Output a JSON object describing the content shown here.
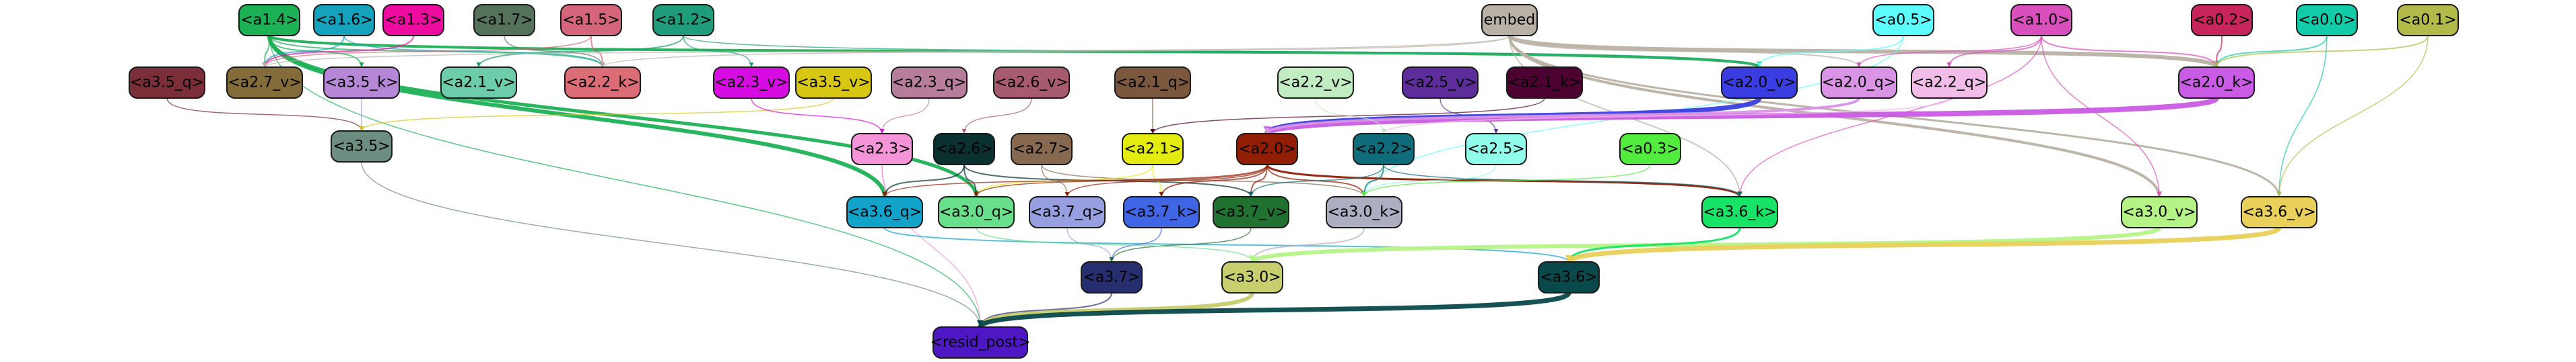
{
  "nodes": [
    {
      "id": "a1.4",
      "label": "<a1.4>",
      "fill": "#1db156",
      "text": "#000000"
    },
    {
      "id": "a1.6",
      "label": "<a1.6>",
      "fill": "#14a2bc",
      "text": "#000000"
    },
    {
      "id": "a1.3",
      "label": "<a1.3>",
      "fill": "#ee0ba0",
      "text": "#000000"
    },
    {
      "id": "a1.7",
      "label": "<a1.7>",
      "fill": "#54725a",
      "text": "#000000"
    },
    {
      "id": "a1.5",
      "label": "<a1.5>",
      "fill": "#d5657a",
      "text": "#000000"
    },
    {
      "id": "a1.2",
      "label": "<a1.2>",
      "fill": "#1f9d7b",
      "text": "#000000"
    },
    {
      "id": "embed",
      "label": "embed",
      "fill": "#b9b1a5",
      "text": "#000000"
    },
    {
      "id": "a0.5",
      "label": "<a0.5>",
      "fill": "#5efdfd",
      "text": "#000000"
    },
    {
      "id": "a1.0",
      "label": "<a1.0>",
      "fill": "#d94fbb",
      "text": "#000000"
    },
    {
      "id": "a0.2",
      "label": "<a0.2>",
      "fill": "#c8255c",
      "text": "#000000"
    },
    {
      "id": "a0.0",
      "label": "<a0.0>",
      "fill": "#12cba8",
      "text": "#000000"
    },
    {
      "id": "a0.1",
      "label": "<a0.1>",
      "fill": "#b2bb49",
      "text": "#000000"
    },
    {
      "id": "a3.5_q",
      "label": "<a3.5_q>",
      "fill": "#7b2d38",
      "text": "#000000"
    },
    {
      "id": "a2.7_v",
      "label": "<a2.7_v>",
      "fill": "#846b3a",
      "text": "#000000"
    },
    {
      "id": "a3.5_k",
      "label": "<a3.5_k>",
      "fill": "#b687d7",
      "text": "#000000"
    },
    {
      "id": "a2.1_v",
      "label": "<a2.1_v>",
      "fill": "#6dcca9",
      "text": "#000000"
    },
    {
      "id": "a2.2_k",
      "label": "<a2.2_k>",
      "fill": "#dc6d76",
      "text": "#000000"
    },
    {
      "id": "a2.3_v",
      "label": "<a2.3_v>",
      "fill": "#d60ce2",
      "text": "#000000"
    },
    {
      "id": "a3.5_v",
      "label": "<a3.5_v>",
      "fill": "#d7c712",
      "text": "#000000"
    },
    {
      "id": "a2.3_q",
      "label": "<a2.3_q>",
      "fill": "#b77e9a",
      "text": "#000000"
    },
    {
      "id": "a2.6_v",
      "label": "<a2.6_v>",
      "fill": "#a85b6e",
      "text": "#000000"
    },
    {
      "id": "a2.1_q",
      "label": "<a2.1_q>",
      "fill": "#7b573e",
      "text": "#000000"
    },
    {
      "id": "a2.2_v",
      "label": "<a2.2_v>",
      "fill": "#c2edc2",
      "text": "#000000"
    },
    {
      "id": "a2.5_v",
      "label": "<a2.5_v>",
      "fill": "#5d2d9b",
      "text": "#000000"
    },
    {
      "id": "a2.1_k",
      "label": "<a2.1_k>",
      "fill": "#4d0332",
      "text": "#000000"
    },
    {
      "id": "a2.0_v",
      "label": "<a2.0_v>",
      "fill": "#3a3ee2",
      "text": "#000000"
    },
    {
      "id": "a2.0_q",
      "label": "<a2.0_q>",
      "fill": "#d994e6",
      "text": "#000000"
    },
    {
      "id": "a2.2_q",
      "label": "<a2.2_q>",
      "fill": "#f2bce8",
      "text": "#000000"
    },
    {
      "id": "a2.0_k",
      "label": "<a2.0_k>",
      "fill": "#c95be4",
      "text": "#000000"
    },
    {
      "id": "a3.5",
      "label": "<a3.5>",
      "fill": "#6c8d7f",
      "text": "#000000"
    },
    {
      "id": "a2.3",
      "label": "<a2.3>",
      "fill": "#f594d8",
      "text": "#000000"
    },
    {
      "id": "a2.6",
      "label": "<a2.6>",
      "fill": "#0b3030",
      "text": "#000000"
    },
    {
      "id": "a2.7",
      "label": "<a2.7>",
      "fill": "#86694e",
      "text": "#000000"
    },
    {
      "id": "a2.1",
      "label": "<a2.1>",
      "fill": "#e3eb0f",
      "text": "#000000"
    },
    {
      "id": "a2.0",
      "label": "<a2.0>",
      "fill": "#921f05",
      "text": "#000000"
    },
    {
      "id": "a2.2",
      "label": "<a2.2>",
      "fill": "#0f6d7b",
      "text": "#000000"
    },
    {
      "id": "a2.5",
      "label": "<a2.5>",
      "fill": "#8ffde9",
      "text": "#000000"
    },
    {
      "id": "a0.3",
      "label": "<a0.3>",
      "fill": "#52ec3f",
      "text": "#000000"
    },
    {
      "id": "a3.6_q",
      "label": "<a3.6_q>",
      "fill": "#12a3cb",
      "text": "#000000"
    },
    {
      "id": "a3.0_q",
      "label": "<a3.0_q>",
      "fill": "#68df8a",
      "text": "#000000"
    },
    {
      "id": "a3.7_q",
      "label": "<a3.7_q>",
      "fill": "#979fe0",
      "text": "#000000"
    },
    {
      "id": "a3.7_k",
      "label": "<a3.7_k>",
      "fill": "#4065e5",
      "text": "#000000"
    },
    {
      "id": "a3.7_v",
      "label": "<a3.7_v>",
      "fill": "#217130",
      "text": "#000000"
    },
    {
      "id": "a3.0_k",
      "label": "<a3.0_k>",
      "fill": "#acafc1",
      "text": "#000000"
    },
    {
      "id": "a3.6_k",
      "label": "<a3.6_k>",
      "fill": "#17e467",
      "text": "#000000"
    },
    {
      "id": "a3.0_v",
      "label": "<a3.0_v>",
      "fill": "#b5f386",
      "text": "#000000"
    },
    {
      "id": "a3.6_v",
      "label": "<a3.6_v>",
      "fill": "#e9d05a",
      "text": "#000000"
    },
    {
      "id": "a3.7",
      "label": "<a3.7>",
      "fill": "#272e6f",
      "text": "#000000"
    },
    {
      "id": "a3.0",
      "label": "<a3.0>",
      "fill": "#c6ce6d",
      "text": "#000000"
    },
    {
      "id": "a3.6",
      "label": "<a3.6>",
      "fill": "#0a494b",
      "text": "#000000"
    },
    {
      "id": "resid_post",
      "label": "<resid_post>",
      "fill": "#4d17c3",
      "text": "#000000"
    }
  ],
  "edges": [
    {
      "from": "a1.4",
      "to": "a3.6_q",
      "color": "#1db156",
      "weight": 6
    },
    {
      "from": "a1.4",
      "to": "a3.0_q",
      "color": "#1db156",
      "weight": 5
    },
    {
      "from": "a1.4",
      "to": "resid_post",
      "color": "#1db156",
      "weight": 1.5
    },
    {
      "from": "a1.4",
      "to": "a2.0_v",
      "color": "#1db156",
      "weight": 4
    },
    {
      "from": "a1.4",
      "to": "a2.7_v",
      "color": "#1db156",
      "weight": 2
    },
    {
      "from": "a1.4",
      "to": "a3.5_k",
      "color": "#1db156",
      "weight": 2
    },
    {
      "from": "a1.4",
      "to": "a2.2_k",
      "color": "#1db156",
      "weight": 2
    },
    {
      "from": "a1.6",
      "to": "a2.7_v",
      "color": "#14a2bc",
      "weight": 2
    },
    {
      "from": "a1.6",
      "to": "a2.2_k",
      "color": "#14a2bc",
      "weight": 1.5
    },
    {
      "from": "a1.3",
      "to": "a2.7_v",
      "color": "#ee0ba0",
      "weight": 2
    },
    {
      "from": "a1.7",
      "to": "a2.2_k",
      "color": "#54725a",
      "weight": 1.5
    },
    {
      "from": "a1.5",
      "to": "a2.2_k",
      "color": "#d5657a",
      "weight": 2
    },
    {
      "from": "a1.5",
      "to": "a2.7_v",
      "color": "#d5657a",
      "weight": 1.5
    },
    {
      "from": "a1.2",
      "to": "a2.1_v",
      "color": "#1f9d7b",
      "weight": 2
    },
    {
      "from": "a1.2",
      "to": "a2.3_v",
      "color": "#1f9d7b",
      "weight": 1.5
    },
    {
      "from": "a1.2",
      "to": "a2.0_v",
      "color": "#1f9d7b",
      "weight": 1.5
    },
    {
      "from": "embed",
      "to": "a2.0_k",
      "color": "#b9b1a5",
      "weight": 6
    },
    {
      "from": "embed",
      "to": "a3.0_v",
      "color": "#b9b1a5",
      "weight": 4
    },
    {
      "from": "embed",
      "to": "a3.6_v",
      "color": "#b9b1a5",
      "weight": 3
    },
    {
      "from": "embed",
      "to": "a3.6_k",
      "color": "#b9b1a5",
      "weight": 2
    },
    {
      "from": "embed",
      "to": "a2.0_q",
      "color": "#b9b1a5",
      "weight": 2
    },
    {
      "from": "embed",
      "to": "a2.2_k",
      "color": "#b9b1a5",
      "weight": 1.5
    },
    {
      "from": "embed",
      "to": "a2.7_v",
      "color": "#b9b1a5",
      "weight": 1.5
    },
    {
      "from": "a0.5",
      "to": "a2.0_v",
      "color": "#5efdfd",
      "weight": 2
    },
    {
      "from": "a0.5",
      "to": "a3.0_k",
      "color": "#5efdfd",
      "weight": 1.5
    },
    {
      "from": "a1.0",
      "to": "a2.0_k",
      "color": "#d94fbb",
      "weight": 2
    },
    {
      "from": "a1.0",
      "to": "a2.2_q",
      "color": "#d94fbb",
      "weight": 2
    },
    {
      "from": "a1.0",
      "to": "a2.0_q",
      "color": "#d94fbb",
      "weight": 1.5
    },
    {
      "from": "a1.0",
      "to": "a3.0_v",
      "color": "#d94fbb",
      "weight": 1.5
    },
    {
      "from": "a1.0",
      "to": "a3.6_k",
      "color": "#d94fbb",
      "weight": 1.5
    },
    {
      "from": "a0.2",
      "to": "a2.0_k",
      "color": "#c8255c",
      "weight": 2
    },
    {
      "from": "a0.0",
      "to": "a2.0_k",
      "color": "#12cba8",
      "weight": 2
    },
    {
      "from": "a0.0",
      "to": "a3.6_v",
      "color": "#12cba8",
      "weight": 1.5
    },
    {
      "from": "a0.1",
      "to": "a2.0_k",
      "color": "#b2bb49",
      "weight": 2
    },
    {
      "from": "a0.1",
      "to": "a3.6_v",
      "color": "#b2bb49",
      "weight": 1.5
    },
    {
      "from": "a3.5_q",
      "to": "a3.5",
      "color": "#7b2d38",
      "weight": 1.5
    },
    {
      "from": "a3.5_k",
      "to": "a3.5",
      "color": "#b687d7",
      "weight": 1.5
    },
    {
      "from": "a3.5_v",
      "to": "a3.5",
      "color": "#d7c712",
      "weight": 1.5
    },
    {
      "from": "a3.5",
      "to": "resid_post",
      "color": "#6c8d7f",
      "weight": 1.5
    },
    {
      "from": "a2.3_q",
      "to": "a2.3",
      "color": "#b77e9a",
      "weight": 1.5
    },
    {
      "from": "a2.3_v",
      "to": "a2.3",
      "color": "#d60ce2",
      "weight": 1.5
    },
    {
      "from": "a2.6_v",
      "to": "a2.6",
      "color": "#a85b6e",
      "weight": 1.5
    },
    {
      "from": "a2.1_q",
      "to": "a2.1",
      "color": "#7b573e",
      "weight": 1.5
    },
    {
      "from": "a2.1_k",
      "to": "a2.1",
      "color": "#4d0332",
      "weight": 1.5
    },
    {
      "from": "a2.5_v",
      "to": "a2.5",
      "color": "#5d2d9b",
      "weight": 1.5
    },
    {
      "from": "a2.0_v",
      "to": "a2.0",
      "color": "#3a3ee2",
      "weight": 7
    },
    {
      "from": "a2.0_k",
      "to": "a2.0",
      "color": "#c95be4",
      "weight": 8
    },
    {
      "from": "a2.0_q",
      "to": "a2.0",
      "color": "#d994e6",
      "weight": 4
    },
    {
      "from": "a2.2_q",
      "to": "a2.2",
      "color": "#f2bce8",
      "weight": 2
    },
    {
      "from": "a2.2_v",
      "to": "a2.2",
      "color": "#c2edc2",
      "weight": 1.5
    },
    {
      "from": "a2.3",
      "to": "a3.6_q",
      "color": "#f594d8",
      "weight": 1.5
    },
    {
      "from": "a2.3",
      "to": "resid_post",
      "color": "#f594d8",
      "weight": 1.5
    },
    {
      "from": "a2.6",
      "to": "a3.6_q",
      "color": "#0b3030",
      "weight": 2
    },
    {
      "from": "a2.6",
      "to": "a3.0_q",
      "color": "#0b3030",
      "weight": 2
    },
    {
      "from": "a2.6",
      "to": "a3.7_v",
      "color": "#0b3030",
      "weight": 2
    },
    {
      "from": "a2.7",
      "to": "a3.7_q",
      "color": "#86694e",
      "weight": 1.5
    },
    {
      "from": "a2.7",
      "to": "a3.0_k",
      "color": "#86694e",
      "weight": 1.5
    },
    {
      "from": "a2.1",
      "to": "a3.7_k",
      "color": "#e3eb0f",
      "weight": 1.5
    },
    {
      "from": "a2.1",
      "to": "a3.0_q",
      "color": "#e3eb0f",
      "weight": 1.5
    },
    {
      "from": "a2.0",
      "to": "a3.6_k",
      "color": "#921f05",
      "weight": 3
    },
    {
      "from": "a2.0",
      "to": "a3.0_k",
      "color": "#921f05",
      "weight": 2
    },
    {
      "from": "a2.0",
      "to": "a3.7_v",
      "color": "#921f05",
      "weight": 2
    },
    {
      "from": "a2.0",
      "to": "a3.7_k",
      "color": "#921f05",
      "weight": 2
    },
    {
      "from": "a2.0",
      "to": "a3.7_q",
      "color": "#921f05",
      "weight": 1.5
    },
    {
      "from": "a2.0",
      "to": "a3.0_q",
      "color": "#921f05",
      "weight": 1.5
    },
    {
      "from": "a2.0",
      "to": "a3.6_q",
      "color": "#921f05",
      "weight": 1.5
    },
    {
      "from": "a2.2",
      "to": "a3.0_k",
      "color": "#0f6d7b",
      "weight": 2
    },
    {
      "from": "a2.2",
      "to": "a3.6_k",
      "color": "#0f6d7b",
      "weight": 1.5
    },
    {
      "from": "a2.2",
      "to": "a3.7_v",
      "color": "#0f6d7b",
      "weight": 1.5
    },
    {
      "from": "a2.5",
      "to": "a3.0_k",
      "color": "#8ffde9",
      "weight": 1.5
    },
    {
      "from": "a0.3",
      "to": "a3.0_k",
      "color": "#52ec3f",
      "weight": 1.5
    },
    {
      "from": "a3.6_q",
      "to": "a3.6",
      "color": "#12a3cb",
      "weight": 2
    },
    {
      "from": "a3.7_q",
      "to": "a3.7",
      "color": "#979fe0",
      "weight": 1.5
    },
    {
      "from": "a3.7_k",
      "to": "a3.7",
      "color": "#4065e5",
      "weight": 1.5
    },
    {
      "from": "a3.7_v",
      "to": "a3.7",
      "color": "#217130",
      "weight": 1.5
    },
    {
      "from": "a3.0_k",
      "to": "a3.0",
      "color": "#acafc1",
      "weight": 2
    },
    {
      "from": "a3.0_q",
      "to": "a3.0",
      "color": "#68df8a",
      "weight": 1.5
    },
    {
      "from": "a3.0_v",
      "to": "a3.0",
      "color": "#b5f386",
      "weight": 6
    },
    {
      "from": "a3.6_k",
      "to": "a3.6",
      "color": "#17e467",
      "weight": 3
    },
    {
      "from": "a3.6_v",
      "to": "a3.6",
      "color": "#e9d05a",
      "weight": 7
    },
    {
      "from": "a3.7",
      "to": "resid_post",
      "color": "#272e6f",
      "weight": 2
    },
    {
      "from": "a3.0",
      "to": "resid_post",
      "color": "#c6ce6d",
      "weight": 6
    },
    {
      "from": "a3.6",
      "to": "resid_post",
      "color": "#0a494b",
      "weight": 7
    }
  ]
}
